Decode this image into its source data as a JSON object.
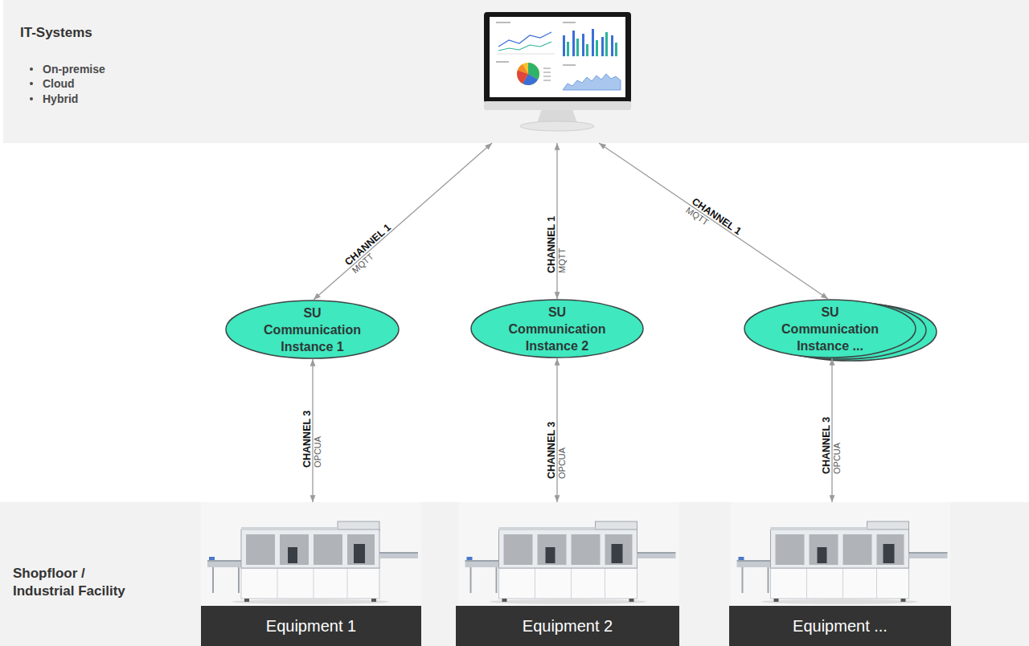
{
  "diagram": {
    "nodes": [
      {
        "text": [
          "IT-Systems",
          "On-premise",
          "Cloud",
          "Hybrid"
        ]
      },
      {
        "text": [
          "SU Communication Instance 1"
        ]
      },
      {
        "text": [
          "SU Communication Instance 2"
        ]
      },
      {
        "text": [
          "SU Communication Instance ..."
        ]
      },
      {
        "text": [
          "Shopfloor / Industrial Facility"
        ]
      },
      {
        "text": [
          "Equipment 1"
        ],
        "in": 4
      },
      {
        "text": [
          "Equipment 2"
        ],
        "in": 4
      },
      {
        "text": [
          "Equipment ..."
        ],
        "in": 4
      }
    ],
    "edges": [
      {
        "from": 0,
        "to": 1,
        "arrow": "both",
        "label": "CHANNEL 1 MQTT"
      },
      {
        "from": 0,
        "to": 2,
        "arrow": "both",
        "label": "CHANNEL 1 MQTT"
      },
      {
        "from": 0,
        "to": 3,
        "arrow": "both",
        "label": "CHANNEL 1 MQTT"
      },
      {
        "from": 1,
        "to": 5,
        "arrow": "both",
        "label": "CHANNEL 3 OPCUA"
      },
      {
        "from": 2,
        "to": 6,
        "arrow": "both",
        "label": "CHANNEL 3 OPCUA"
      },
      {
        "from": 3,
        "to": 7,
        "arrow": "both",
        "label": "CHANNEL 3 OPCUA"
      }
    ]
  }
}
